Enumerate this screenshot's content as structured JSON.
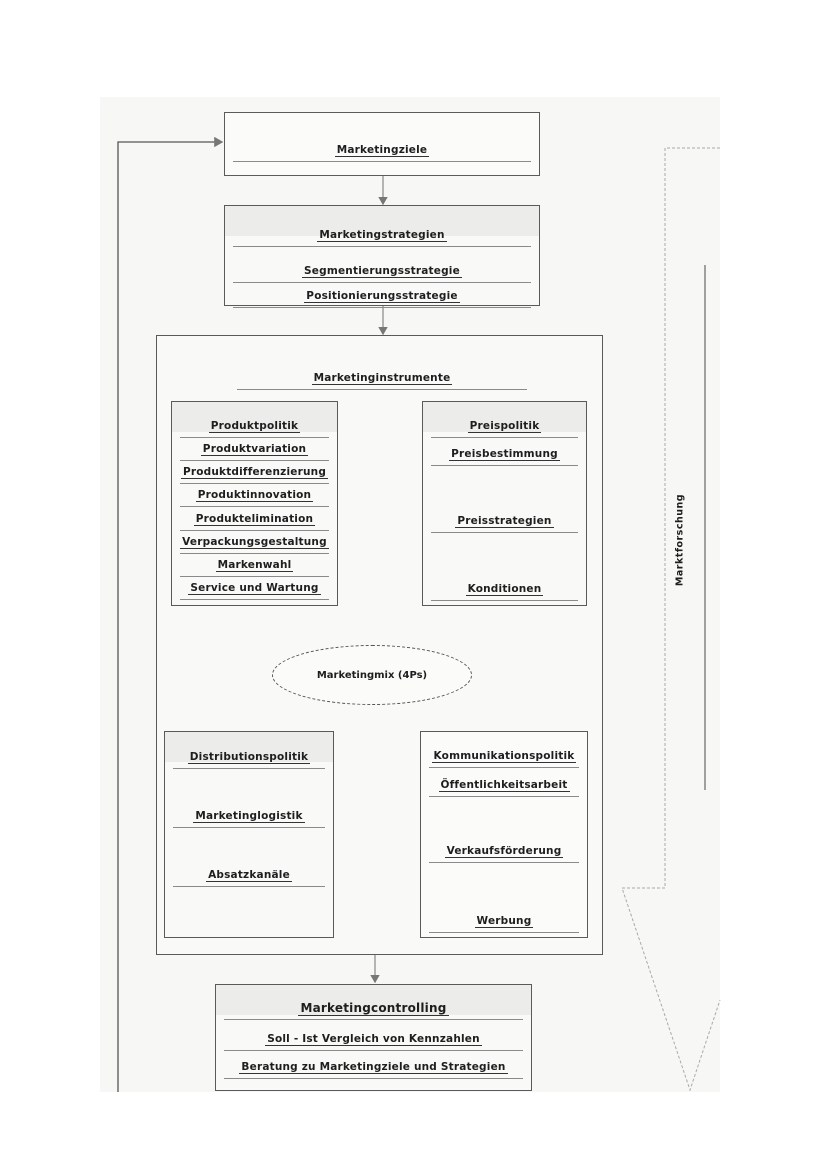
{
  "diagram": {
    "goals": {
      "title": "Marketingziele"
    },
    "strategies": {
      "title": "Marketingstrategien",
      "items": [
        "Segmentierungsstrategie",
        "Positionierungsstrategie"
      ]
    },
    "instruments": {
      "title": "Marketinginstrumente",
      "product": {
        "title": "Produktpolitik",
        "items": [
          "Produktvariation",
          "Produktdifferenzierung",
          "Produktinnovation",
          "Produktelimination",
          "Verpackungsgestaltung",
          "Markenwahl",
          "Service und Wartung"
        ]
      },
      "price": {
        "title": "Preispolitik",
        "items": [
          "Preisbestimmung",
          "Preisstrategien",
          "Konditionen"
        ]
      },
      "mix": {
        "label": "Marketingmix (4Ps)"
      },
      "distribution": {
        "title": "Distributionspolitik",
        "items": [
          "Marketinglogistik",
          "Absatzkanäle"
        ]
      },
      "communication": {
        "title": "Kommunikationspolitik",
        "items": [
          "Öffentlichkeitsarbeit",
          "Verkaufsförderung",
          "Werbung"
        ]
      }
    },
    "controlling": {
      "title": "Marketingcontrolling",
      "items": [
        "Soll - Ist Vergleich von Kennzahlen",
        "Beratung zu Marketingziele und Strategien"
      ]
    },
    "side_arrow": {
      "label": "Marktforschung"
    },
    "colors": {
      "line": "#5a5a5a",
      "text": "#1e1e1e",
      "page": "#f7f7f6"
    }
  }
}
